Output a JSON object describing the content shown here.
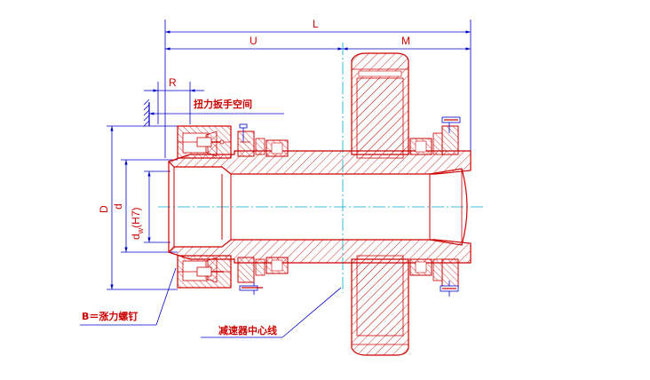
{
  "dimensions": {
    "L": "L",
    "U": "U",
    "M": "M",
    "R": "R",
    "D": "D",
    "d": "d",
    "dw": "d",
    "dw_sub": "w",
    "dw_tol": "(H7)"
  },
  "labels": {
    "wrench_space": "扭力扳手空间",
    "b_label": "B＝涨力螺钉",
    "center_line": "减速器中心线"
  },
  "colors": {
    "outline": "#cc0000",
    "dimension": "#0000cc",
    "centerline": "#00aacc",
    "hatch": "#cc3333",
    "leader": "#0000cc"
  }
}
